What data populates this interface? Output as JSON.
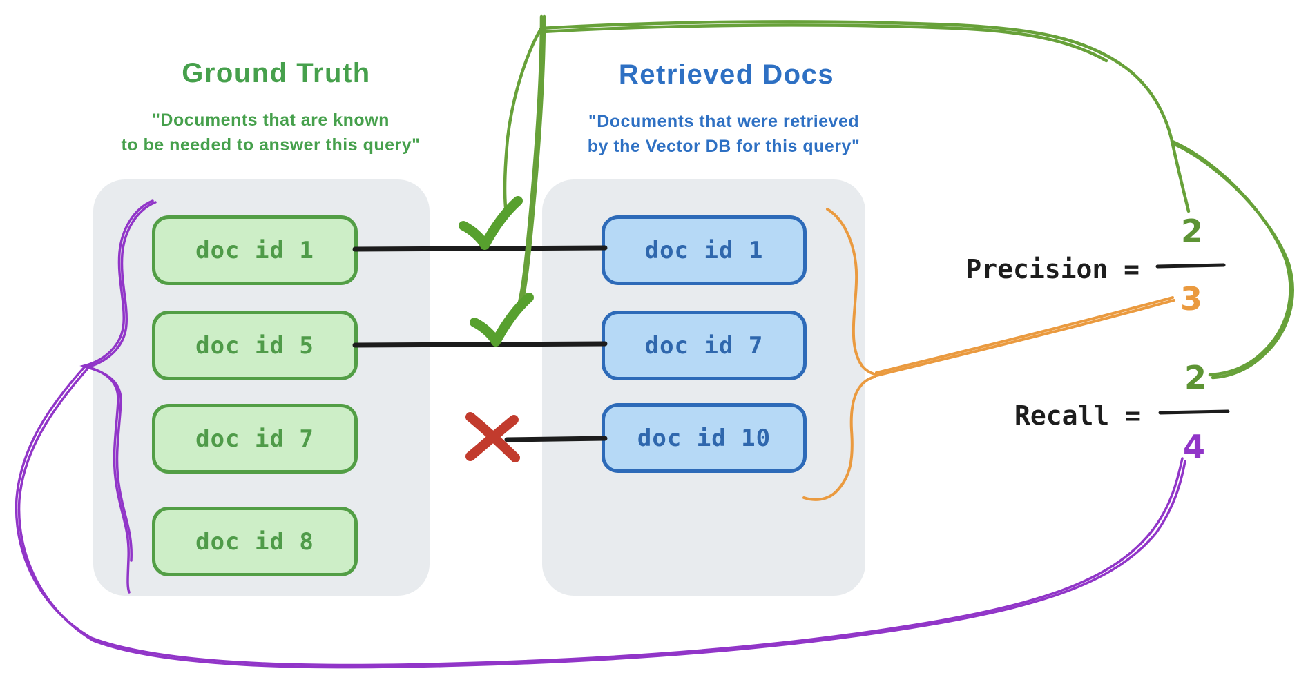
{
  "ground_truth": {
    "title": "Ground Truth",
    "subtitle_line1": "\"Documents that are known",
    "subtitle_line2": "to be needed to answer this query\"",
    "docs": [
      "doc id 1",
      "doc id 5",
      "doc id 7",
      "doc id 8"
    ]
  },
  "retrieved_docs": {
    "title": "Retrieved Docs",
    "subtitle_line1": "\"Documents that were retrieved",
    "subtitle_line2": "by the Vector DB for this query\"",
    "docs": [
      "doc id 1",
      "doc id 7",
      "doc id 10"
    ]
  },
  "connections": [
    {
      "ground_doc": "doc id 1",
      "retrieved_doc": "doc id 1",
      "status": "match"
    },
    {
      "ground_doc": "doc id 5",
      "retrieved_doc": "doc id 7",
      "status": "match"
    },
    {
      "ground_doc": null,
      "retrieved_doc": "doc id 10",
      "status": "no-match"
    }
  ],
  "formulas": {
    "precision": {
      "label": "Precision =",
      "numerator": "2",
      "denominator": "3"
    },
    "recall": {
      "label": "Recall =",
      "numerator": "2",
      "denominator": "4"
    }
  },
  "icons": [
    "checkmark-icon",
    "checkmark-icon",
    "cross-icon",
    "curly-brace-orange",
    "curly-brace-purple"
  ],
  "colors": {
    "green_border": "#529e45",
    "green_fill": "#cdeec7",
    "green_curve": "#67a139",
    "blue_border": "#2d6ab8",
    "blue_fill": "#b6d9f6",
    "orange": "#ea9a3f",
    "purple": "#9135c8",
    "red": "#c23b2d",
    "panel_gray": "#e8ebee",
    "ink": "#1d1d1d"
  }
}
